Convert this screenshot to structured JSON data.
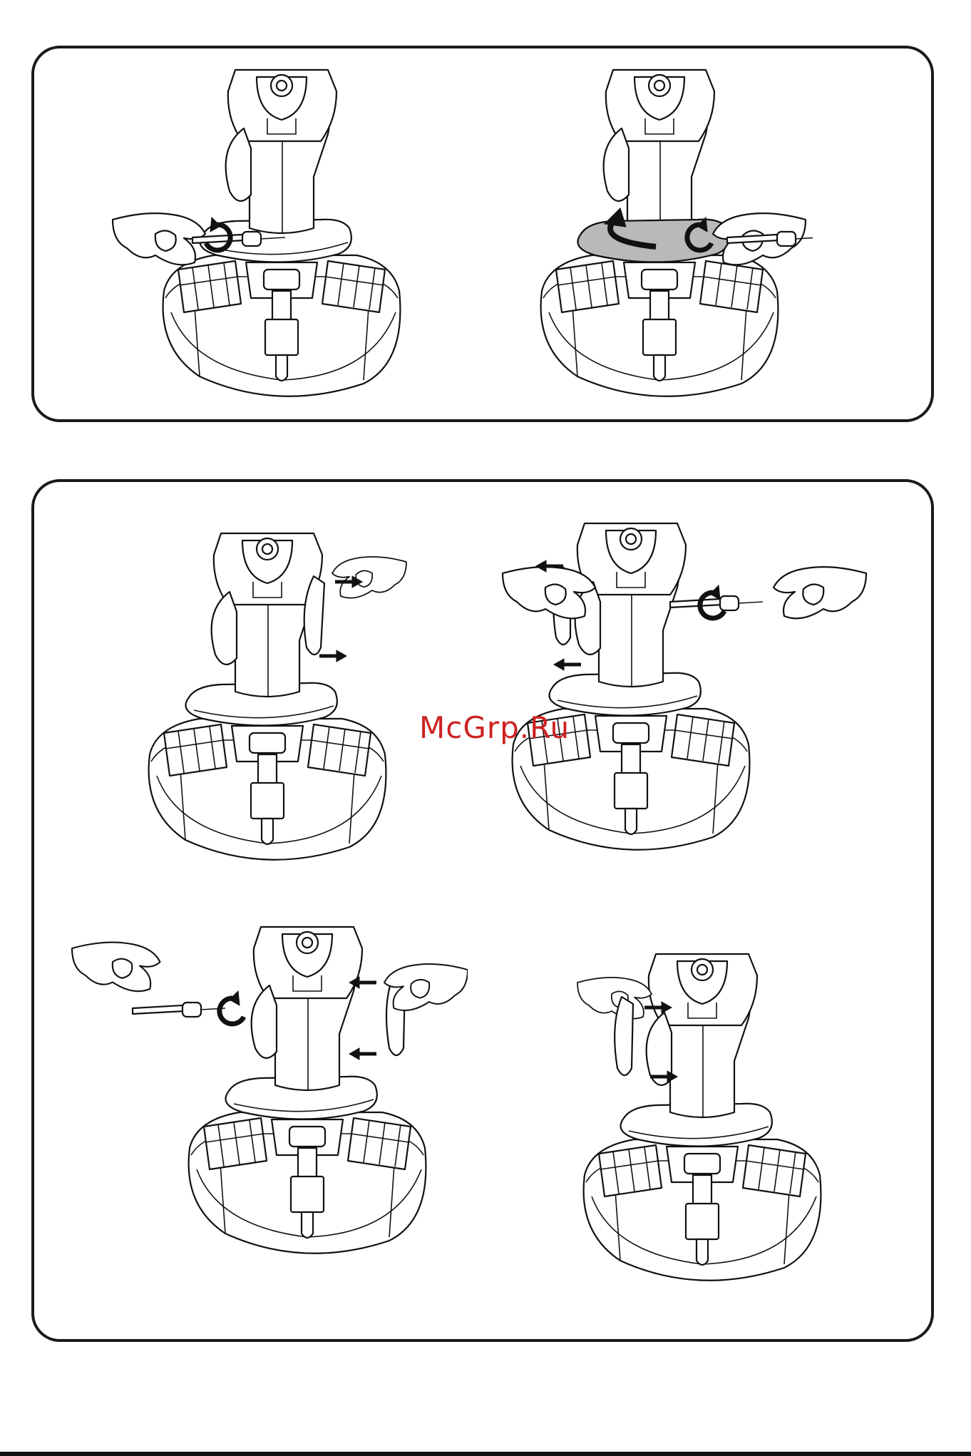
{
  "watermark": {
    "text": "McGrp.Ru"
  },
  "figures": [
    {
      "id": "fig-1",
      "step": "loosen-screw",
      "icons": [
        "screwdriver-icon",
        "rotate-counterclockwise-icon"
      ]
    },
    {
      "id": "fig-2",
      "step": "rotate-collar",
      "highlight_color": "#b9b9b9",
      "icons": [
        "screwdriver-icon",
        "rotate-clockwise-icon",
        "rotate-arrow-icon"
      ]
    },
    {
      "id": "fig-3",
      "step": "remove-side-rest",
      "icons": [
        "arrow-right-icon"
      ]
    },
    {
      "id": "fig-4",
      "step": "unscrew-rest",
      "icons": [
        "screwdriver-icon",
        "rotate-clockwise-icon",
        "arrow-left-icon"
      ]
    },
    {
      "id": "fig-5",
      "step": "attach-rest-left",
      "icons": [
        "screwdriver-icon",
        "rotate-clockwise-icon",
        "arrow-left-icon"
      ]
    },
    {
      "id": "fig-6",
      "step": "attach-rest-right",
      "icons": [
        "arrow-right-icon"
      ]
    }
  ]
}
